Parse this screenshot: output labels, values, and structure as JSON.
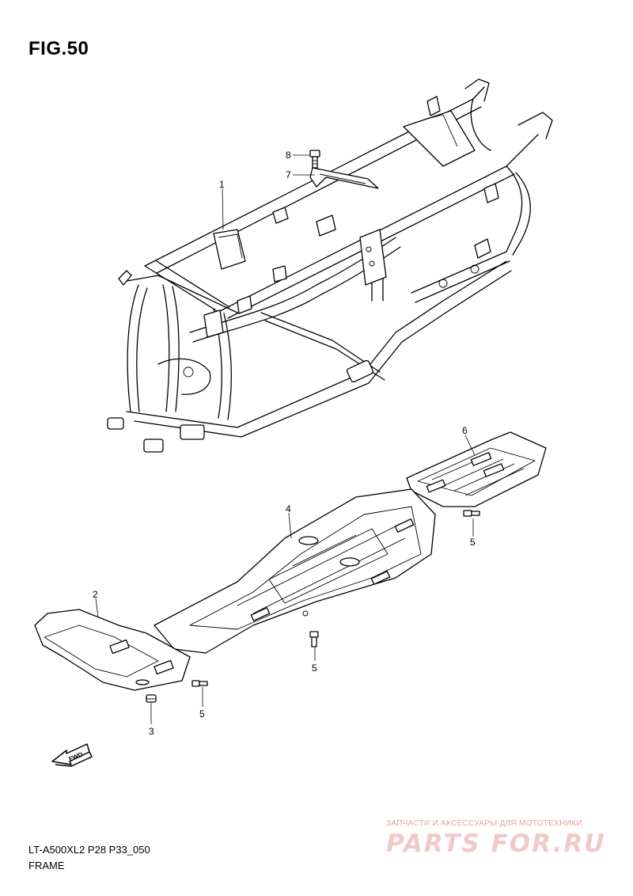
{
  "figure": {
    "title": "FIG.50"
  },
  "callouts": [
    {
      "id": "1",
      "label": "1"
    },
    {
      "id": "2",
      "label": "2"
    },
    {
      "id": "3",
      "label": "3"
    },
    {
      "id": "4",
      "label": "4"
    },
    {
      "id": "5a",
      "label": "5"
    },
    {
      "id": "5b",
      "label": "5"
    },
    {
      "id": "5c",
      "label": "5"
    },
    {
      "id": "6",
      "label": "6"
    },
    {
      "id": "7",
      "label": "7"
    },
    {
      "id": "8",
      "label": "8"
    }
  ],
  "direction_marker": {
    "label": "FWD",
    "icon": "fwd-arrow-icon"
  },
  "footer": {
    "model_code": "LT-A500XL2 P28 P33_050",
    "section_name": "FRAME"
  },
  "watermark": {
    "tagline": "ЗАПЧАСТИ И АКСЕССУАРЫ ДЛЯ МОТОТЕХНИКИ",
    "logo_text": "PARTS FOR.RU"
  },
  "colors": {
    "line": "#000000",
    "background": "#ffffff",
    "watermark": "#f1c9c9"
  }
}
